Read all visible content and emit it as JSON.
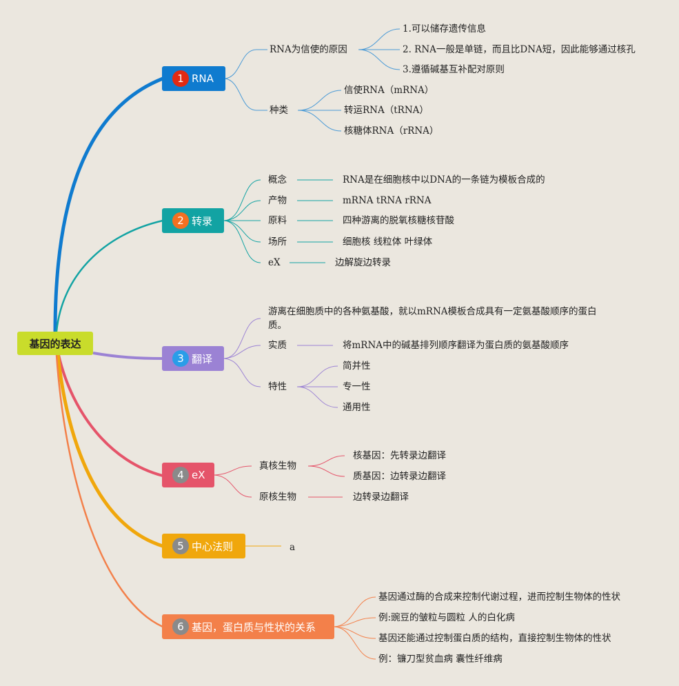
{
  "root": {
    "label": "基因的表达"
  },
  "branches": {
    "b1": {
      "num": "1",
      "label": "RNA",
      "color": "#0f7bcf",
      "badge_color": "#e22a12"
    },
    "b2": {
      "num": "2",
      "label": "转录",
      "color": "#12a3a3",
      "badge_color": "#f37021"
    },
    "b3": {
      "num": "3",
      "label": "翻译",
      "color": "#9b82d4",
      "badge_color": "#2a9de8"
    },
    "b4": {
      "num": "4",
      "label": "eX",
      "color": "#e5546a",
      "badge_color": "#8a8a8a"
    },
    "b5": {
      "num": "5",
      "label": "中心法则",
      "color": "#f0a70c",
      "badge_color": "#8a8a8a"
    },
    "b6": {
      "num": "6",
      "label": "基因，蛋白质与性状的关系",
      "color": "#f3804a",
      "badge_color": "#8a8a8a"
    }
  },
  "labels": {
    "rna_reason": "RNA为信使的原因",
    "rna_reason_1": "1.可以储存遗传信息",
    "rna_reason_2": "2. RNA一般是单链，而且比DNA短，因此能够通过核孔",
    "rna_reason_3": "3.遵循碱基互补配对原则",
    "rna_type": "种类",
    "rna_type_1": "信使RNA（mRNA）",
    "rna_type_2": "转运RNA（tRNA）",
    "rna_type_3": "核糖体RNA（rRNA）",
    "tr_concept": "概念",
    "tr_concept_v": "RNA是在细胞核中以DNA的一条链为模板合成的",
    "tr_product": "产物",
    "tr_product_v": "mRNA tRNA rRNA",
    "tr_material": "原料",
    "tr_material_v": "四种游离的脱氧核糖核苷酸",
    "tr_place": "场所",
    "tr_place_v": "细胞核 线粒体 叶绿体",
    "tr_ex": "eX",
    "tr_ex_v": "边解旋边转录",
    "tl_def": "游离在细胞质中的各种氨基酸，就以mRNA模板合成具有一定氨基酸顺序的蛋白质。",
    "tl_essence": "实质",
    "tl_essence_v": "将mRNA中的碱基排列顺序翻译为蛋白质的氨基酸顺序",
    "tl_feature": "特性",
    "tl_feature_1": "简并性",
    "tl_feature_2": "专一性",
    "tl_feature_3": "通用性",
    "ex_euk": "真核生物",
    "ex_euk_1": "核基因：先转录边翻译",
    "ex_euk_2": "质基因：边转录边翻译",
    "ex_prok": "原核生物",
    "ex_prok_v": "边转录边翻译",
    "cd_a": "a",
    "rel_1": "基因通过酶的合成来控制代谢过程，进而控制生物体的性状",
    "rel_2": "例:豌豆的皱粒与圆粒 人的白化病",
    "rel_3": "基因还能通过控制蛋白质的结构，直接控制生物体的性状",
    "rel_4": "例：镰刀型贫血病 囊性纤维病"
  }
}
